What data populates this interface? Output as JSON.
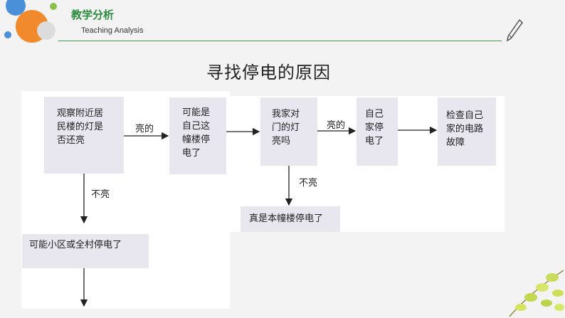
{
  "header": {
    "title": "教学分析",
    "subtitle": "Teaching Analysis"
  },
  "page_title": "寻找停电的原因",
  "flow": {
    "box1": "观察附近居民楼的灯是否还亮",
    "box2": "可能是自己这幢楼停电了",
    "box3": "我家对门的灯亮吗",
    "box4": "自己家停电了",
    "box5": "检查自己家的电路故障",
    "box6": "真是本幢楼停电了",
    "box7": "可能小区或全村停电了",
    "label_liang_1": "亮的",
    "label_liang_2": "亮的",
    "label_buliang_1": "不亮",
    "label_buliang_2": "不亮"
  },
  "colors": {
    "accent_green": "#2a8a3e",
    "box_fill": "#e8e6ef"
  }
}
